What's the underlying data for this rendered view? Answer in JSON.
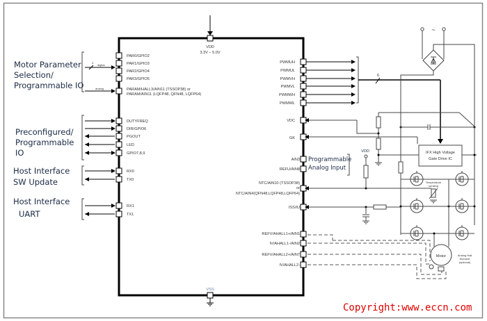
{
  "groups": {
    "motor_param": [
      "Motor Parameter",
      "Selection/",
      "Programmable IO"
    ],
    "preconfig": [
      "Preconfigured/",
      "Programmable",
      "IO"
    ],
    "host_sw": [
      "Host Interface",
      "SW Update"
    ],
    "host_uart": [
      "Host Interface",
      "UART"
    ]
  },
  "bus_labels": {
    "digital": "digital",
    "digital_width": "4",
    "analog": "analog",
    "pwm_width": "6"
  },
  "supply": {
    "vdd_label": "VDD",
    "vdd_range": "3.3V – 5.0V",
    "vss_label": "VSS"
  },
  "left_pins": [
    "PAR0/GPIO2",
    "PAR1/GPIO3",
    "PAR2/GPIO4",
    "PAR3/GPIO5",
    "PARAM/HALL3/AIN11 (TSSOP38) or",
    "PARAM/AIN11 (LQFP48, QFN48, LQFP64)",
    "DUTYFREQ",
    "DIR/GPIO6",
    "PGOUT",
    "LED",
    "GPIO7,8,9",
    "RX0",
    "TX0",
    "RX1",
    "TX1"
  ],
  "right_pins": [
    "PWMUH",
    "PWMUL",
    "PWMVH",
    "PWMVL",
    "PWMWH",
    "PWMWL",
    "VDC",
    "GK",
    "AIN3",
    "REFU/AIN8",
    "NTC/AIN10 (TSSOP38)",
    "or",
    "NTC/AIN4(QFN48,LQFP48,LQFP64)",
    "ISS/IU",
    "REFV/AHALL1+/AIN1",
    "IV/AHALL1-/AIN2",
    "REFV/AHALL2+/AIN7",
    "IV/AHALL2-"
  ],
  "programmable_analog": [
    "Programmable",
    "Analog Input"
  ],
  "external": {
    "vdd_label": "VDD",
    "ac_symbol": "~",
    "gate_driver": [
      "IFX High Voltage",
      "Gate Drive IC"
    ],
    "temp_sensing": [
      "Temperature",
      "sensing"
    ],
    "motor": "Motor",
    "hall_element": [
      "Analog Hall",
      "Element",
      "(optional)"
    ]
  },
  "copyright": "Copyright:www.eccn.com"
}
